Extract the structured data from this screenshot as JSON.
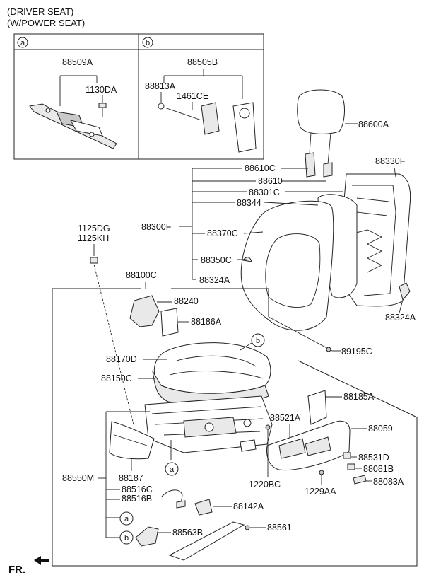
{
  "header": {
    "line1": "(DRIVER SEAT)",
    "line2": "(W/POWER SEAT)"
  },
  "inset_a": {
    "marker": "a",
    "labels": {
      "p88509A": "88509A",
      "p1130DA": "1130DA"
    }
  },
  "inset_b": {
    "marker": "b",
    "labels": {
      "p88505B": "88505B",
      "p88813A": "88813A",
      "p1461CE": "1461CE"
    }
  },
  "parts": {
    "p88600A": "88600A",
    "p88330F": "88330F",
    "p88610C": "88610C",
    "p88610": "88610",
    "p88301C": "88301C",
    "p88344": "88344",
    "p88300F": "88300F",
    "p88370C": "88370C",
    "p88350C": "88350C",
    "p88324A_left": "88324A",
    "p88324A_right": "88324A",
    "p1125DG": "1125DG",
    "p1125KH": "1125KH",
    "p88100C": "88100C",
    "p88240": "88240",
    "p88186A": "88186A",
    "p88170D": "88170D",
    "p88150C": "88150C",
    "p89195C": "89195C",
    "p88185A": "88185A",
    "p88521A": "88521A",
    "p88059": "88059",
    "p88531D": "88531D",
    "p88081B": "88081B",
    "p88083A": "88083A",
    "p1220BC": "1220BC",
    "p1229AA": "1229AA",
    "p88550M": "88550M",
    "p88187": "88187",
    "p88516C": "88516C",
    "p88516B": "88516B",
    "p88142A": "88142A",
    "p88563B": "88563B",
    "p88561": "88561"
  },
  "markers": {
    "b_cushion": "b",
    "a_track": "a",
    "a_bottom": "a",
    "b_bottom": "b"
  },
  "footer": {
    "direction": "FR."
  }
}
